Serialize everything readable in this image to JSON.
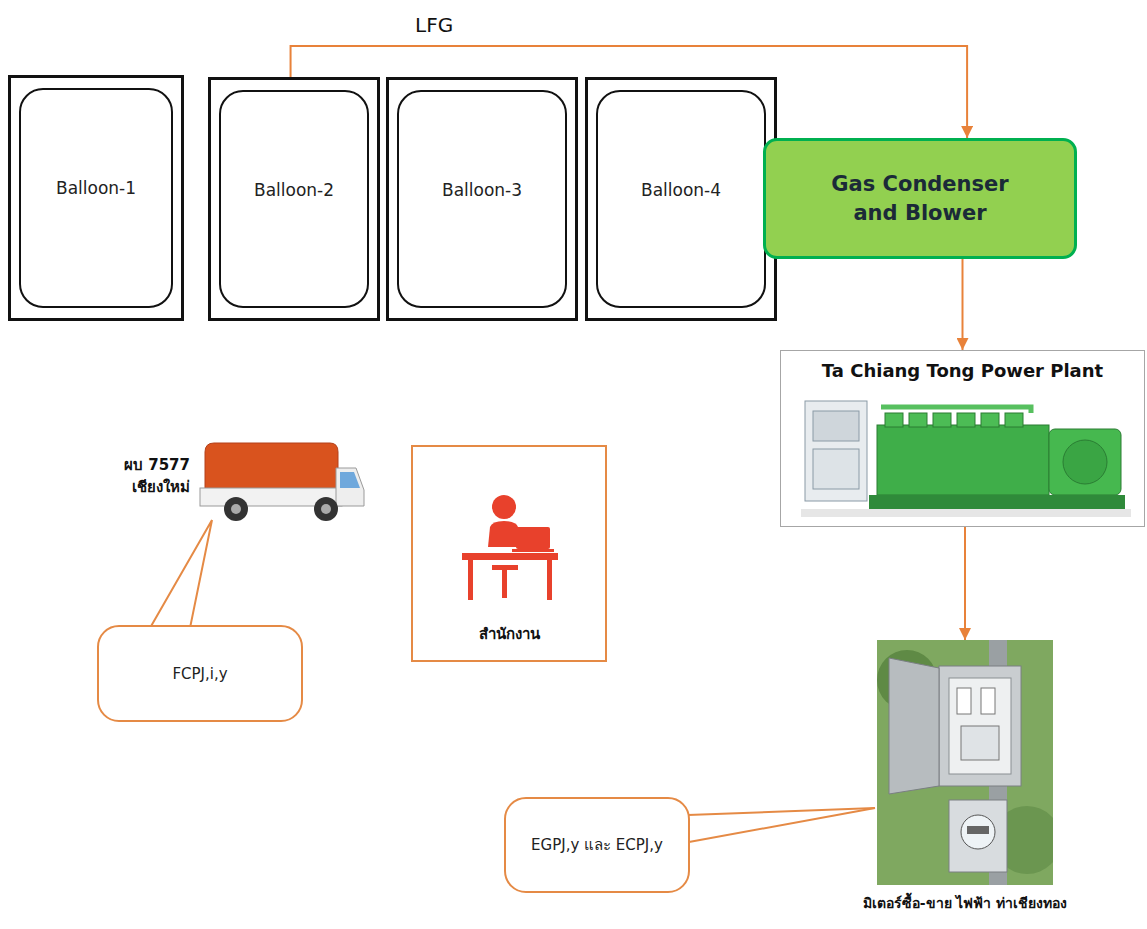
{
  "diagram": {
    "nodes": [
      {
        "text": [
          "Balloon-1"
        ]
      },
      {
        "text": [
          "Balloon-2"
        ]
      },
      {
        "text": [
          "Balloon-3"
        ]
      },
      {
        "text": [
          "Balloon-4"
        ]
      },
      {
        "text": [
          "Gas Condenser and Blower"
        ]
      },
      {
        "text": [
          "Ta Chiang Tong Power Plant"
        ]
      },
      {
        "text": [
          "สำนักงาน"
        ]
      },
      {
        "text": [
          "FCPJ,i,y"
        ]
      },
      {
        "text": [
          "EGPJ,y และ ECPJ,y"
        ]
      },
      {
        "text": [
          "มิเตอร์ซื้อ-ขาย ไฟฟ้า ท่าเชียงทอง"
        ]
      }
    ],
    "edges": [
      {
        "from": 1,
        "to": 4,
        "arrow": "to",
        "label": "LFG"
      },
      {
        "from": 4,
        "to": 5,
        "arrow": "to"
      },
      {
        "from": 5,
        "to": 9,
        "arrow": "to"
      }
    ],
    "labels": [
      "ผบ 7577 เชียงใหม่"
    ]
  }
}
